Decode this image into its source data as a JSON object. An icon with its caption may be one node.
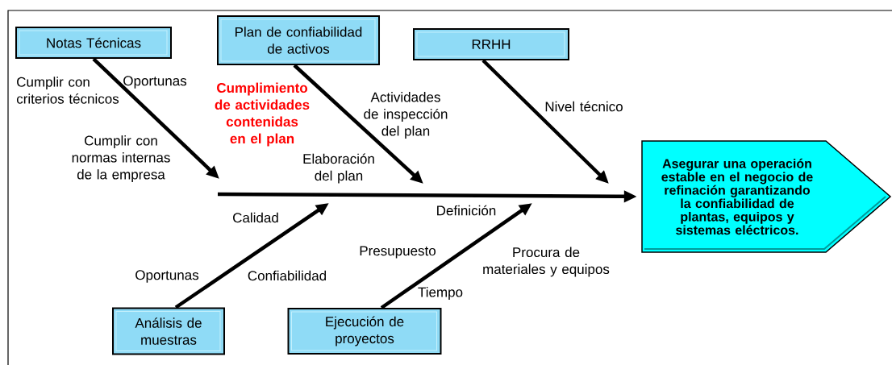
{
  "diagram": {
    "nodes": [
      {
        "text": [
          "Notas Técnicas"
        ]
      },
      {
        "text": [
          "Plan de confiabilidad de activos"
        ]
      },
      {
        "text": [
          "RRHH"
        ]
      },
      {
        "text": [
          "Análisis de muestras"
        ]
      },
      {
        "text": [
          "Ejecución de proyectos"
        ]
      },
      {
        "text": [
          "Asegurar una operación estable en el negocio de refinación garantizando la confiabilidad de plantas, equipos y sistemas eléctricos."
        ]
      }
    ],
    "edges": [
      {
        "from": 0,
        "to": null,
        "arrow": "to"
      },
      {
        "from": 1,
        "to": null,
        "arrow": "to"
      },
      {
        "from": 2,
        "to": null,
        "arrow": "to"
      },
      {
        "from": 3,
        "to": null,
        "arrow": "to"
      },
      {
        "from": 4,
        "to": null,
        "arrow": "to"
      },
      {
        "from": null,
        "to": 5,
        "arrow": "to"
      }
    ],
    "labels": [
      "Cumplir con criterios técnicos",
      "Oportunas",
      "Cumplimiento de actividades contenidas en el plan",
      "Actividades de inspección del plan",
      "Nivel técnico",
      "Cumplir con normas internas de la empresa",
      "Elaboración del plan",
      "Definición",
      "Calidad",
      "Presupuesto",
      "Procura de materiales y equipos",
      "Oportunas",
      "Confiabilidad",
      "Tiempo"
    ]
  }
}
